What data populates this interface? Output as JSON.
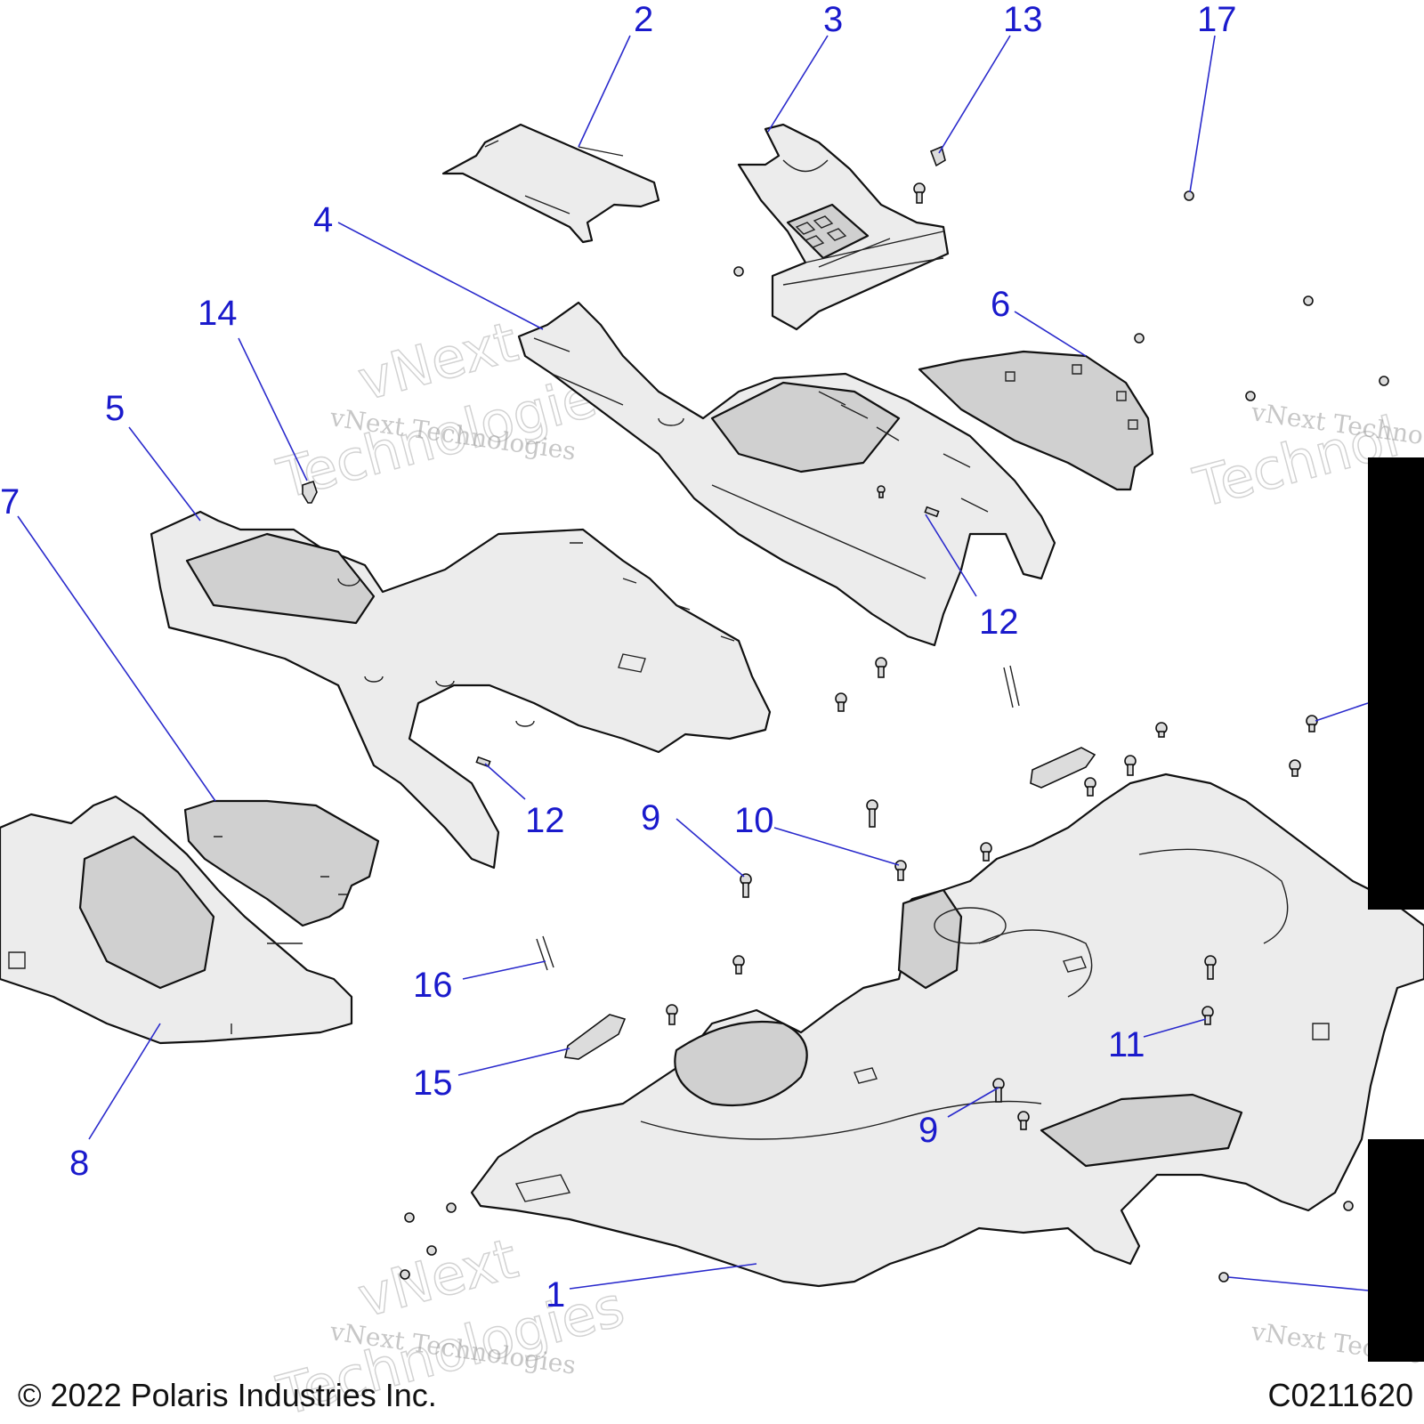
{
  "callouts": [
    {
      "id": "c1",
      "label": "1"
    },
    {
      "id": "c2",
      "label": "2"
    },
    {
      "id": "c3",
      "label": "3"
    },
    {
      "id": "c4",
      "label": "4"
    },
    {
      "id": "c5",
      "label": "5"
    },
    {
      "id": "c6",
      "label": "6"
    },
    {
      "id": "c7",
      "label": "7"
    },
    {
      "id": "c8",
      "label": "8"
    },
    {
      "id": "c9a",
      "label": "9"
    },
    {
      "id": "c9b",
      "label": "9"
    },
    {
      "id": "c10",
      "label": "10"
    },
    {
      "id": "c11",
      "label": "11"
    },
    {
      "id": "c12a",
      "label": "12"
    },
    {
      "id": "c12b",
      "label": "12"
    },
    {
      "id": "c13",
      "label": "13"
    },
    {
      "id": "c14",
      "label": "14"
    },
    {
      "id": "c15",
      "label": "15"
    },
    {
      "id": "c16",
      "label": "16"
    },
    {
      "id": "c17",
      "label": "17"
    }
  ],
  "watermark": {
    "text": "vNext Technologies",
    "big_line1": "vNext",
    "big_line2": "Technologies",
    "partial_right": "vNext Techno",
    "partial_right_big2": "Technol"
  },
  "footer": {
    "copyright": "© 2022 Polaris Industries Inc.",
    "drawing_code": "C0211620"
  },
  "colors": {
    "callout": "#1a1acc",
    "outline": "#111111",
    "part_fill": "#ececec"
  }
}
